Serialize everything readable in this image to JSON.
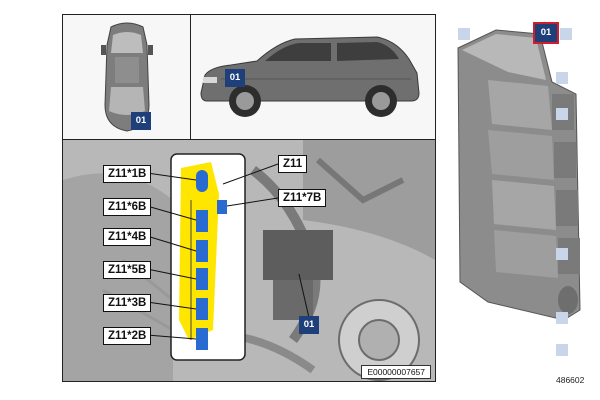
{
  "views": {
    "top_view_badge": "01",
    "side_view_badge": "01",
    "engine_badge": "01"
  },
  "callouts": {
    "z11_1b": "Z11*1B",
    "z11": "Z11",
    "z11_7b": "Z11*7B",
    "z11_6b": "Z11*6B",
    "z11_4b": "Z11*4B",
    "z11_5b": "Z11*5B",
    "z11_3b": "Z11*3B",
    "z11_2b": "Z11*2B"
  },
  "document_code": "E00000007657",
  "part": {
    "id": "01",
    "figure_number": "486602"
  },
  "colors": {
    "badge_blue": "#1f3f7a",
    "highlight_yellow": "#ffe600",
    "part_frame_red": "#d01d2a",
    "connector_blue": "#2a6bd1"
  }
}
